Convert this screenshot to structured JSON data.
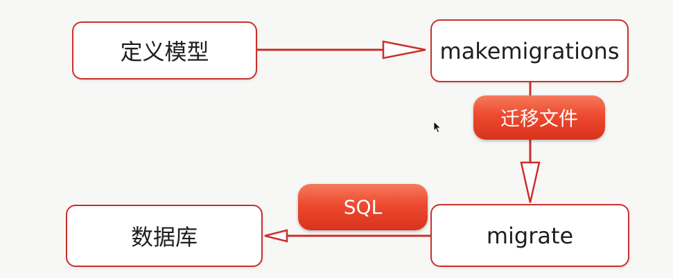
{
  "diagram": {
    "nodes": {
      "define_model": "定义模型",
      "makemigrations": "makemigrations",
      "database": "数据库",
      "migrate": "migrate"
    },
    "edge_labels": {
      "migration_files": "迁移文件",
      "sql": "SQL"
    },
    "edges": [
      {
        "from": "define_model",
        "to": "makemigrations"
      },
      {
        "from": "makemigrations",
        "to": "migrate",
        "label": "migration_files"
      },
      {
        "from": "migrate",
        "to": "database",
        "label": "sql"
      }
    ]
  },
  "colors": {
    "border": "#c8302a",
    "pill": "#ee4a30",
    "background": "#f7f7f6"
  }
}
